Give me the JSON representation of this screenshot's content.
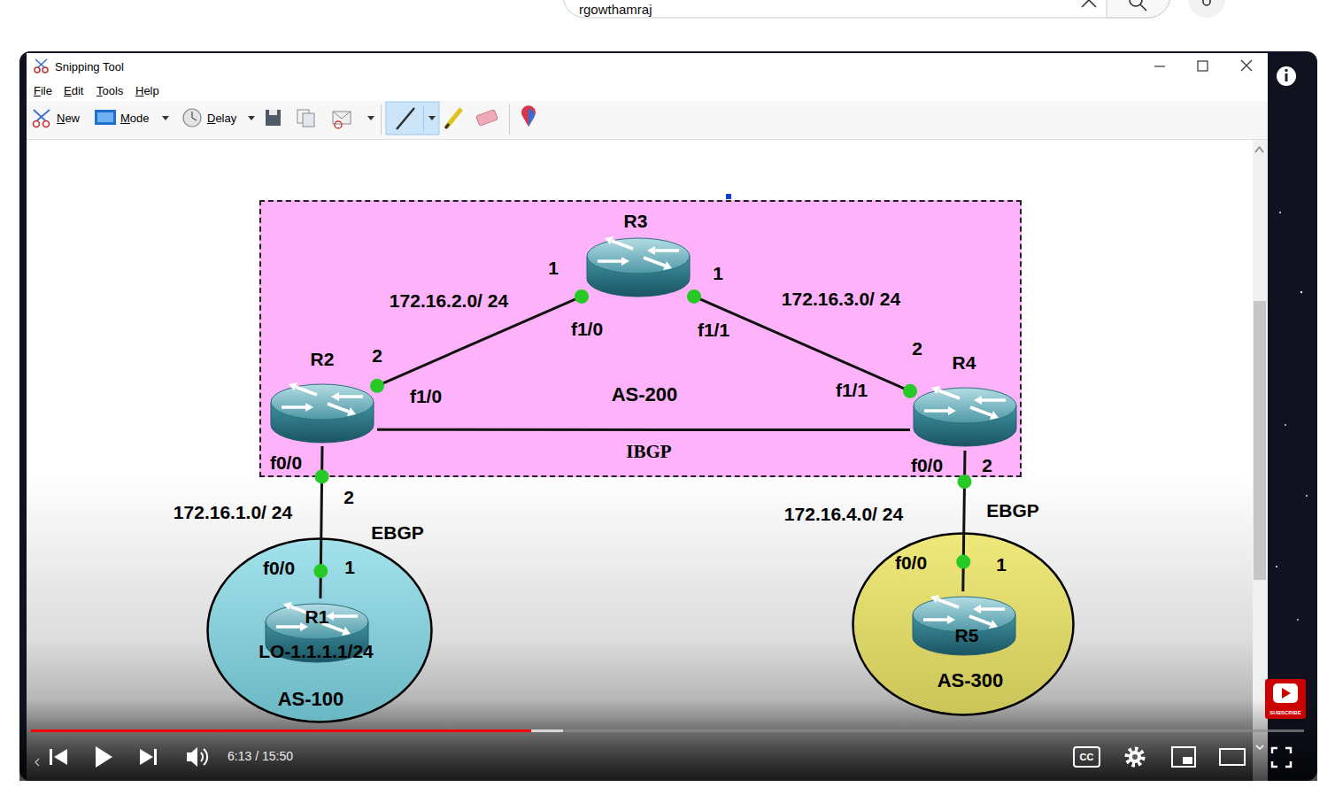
{
  "diagram": {
    "nodes": [
      {
        "text": [
          "AS-200"
        ]
      },
      {
        "text": [
          "R3"
        ],
        "in": 0
      },
      {
        "text": [
          "R2"
        ],
        "in": 0
      },
      {
        "text": [
          "R4"
        ],
        "in": 0
      },
      {
        "text": [
          "AS-100"
        ]
      },
      {
        "text": [
          "R1",
          "LO-1.1.1.1/24"
        ],
        "in": 4
      },
      {
        "text": [
          "AS-300"
        ]
      },
      {
        "text": [
          "R5"
        ],
        "in": 6
      }
    ],
    "edges": [
      {
        "from": 2,
        "to": 1,
        "arrow": "none",
        "label": "172.16.2.0/ 24"
      },
      {
        "from": 1,
        "to": 3,
        "arrow": "none",
        "label": "172.16.3.0/ 24"
      },
      {
        "from": 2,
        "to": 3,
        "arrow": "none",
        "label": "IBGP"
      },
      {
        "from": 2,
        "to": 5,
        "arrow": "none",
        "label": "172.16.1.0/ 24"
      },
      {
        "from": 3,
        "to": 7,
        "arrow": "none",
        "label": "172.16.4.0/ 24"
      }
    ],
    "labels": [
      "rgowthamraj",
      "Snipping Tool",
      "File",
      "Edit",
      "Tools",
      "Help",
      "New",
      "Mode",
      "Delay",
      "1",
      "f1/0",
      "1",
      "f1/1",
      "2",
      "f1/0",
      "2",
      "f1/1",
      "f0/0",
      "2",
      "EBGP",
      "f0/0",
      "1",
      "f0/0",
      "2",
      "EBGP",
      "f0/0",
      "1",
      "SUBSCRIBE",
      "6:13 / 15:50",
      "CC"
    ]
  }
}
